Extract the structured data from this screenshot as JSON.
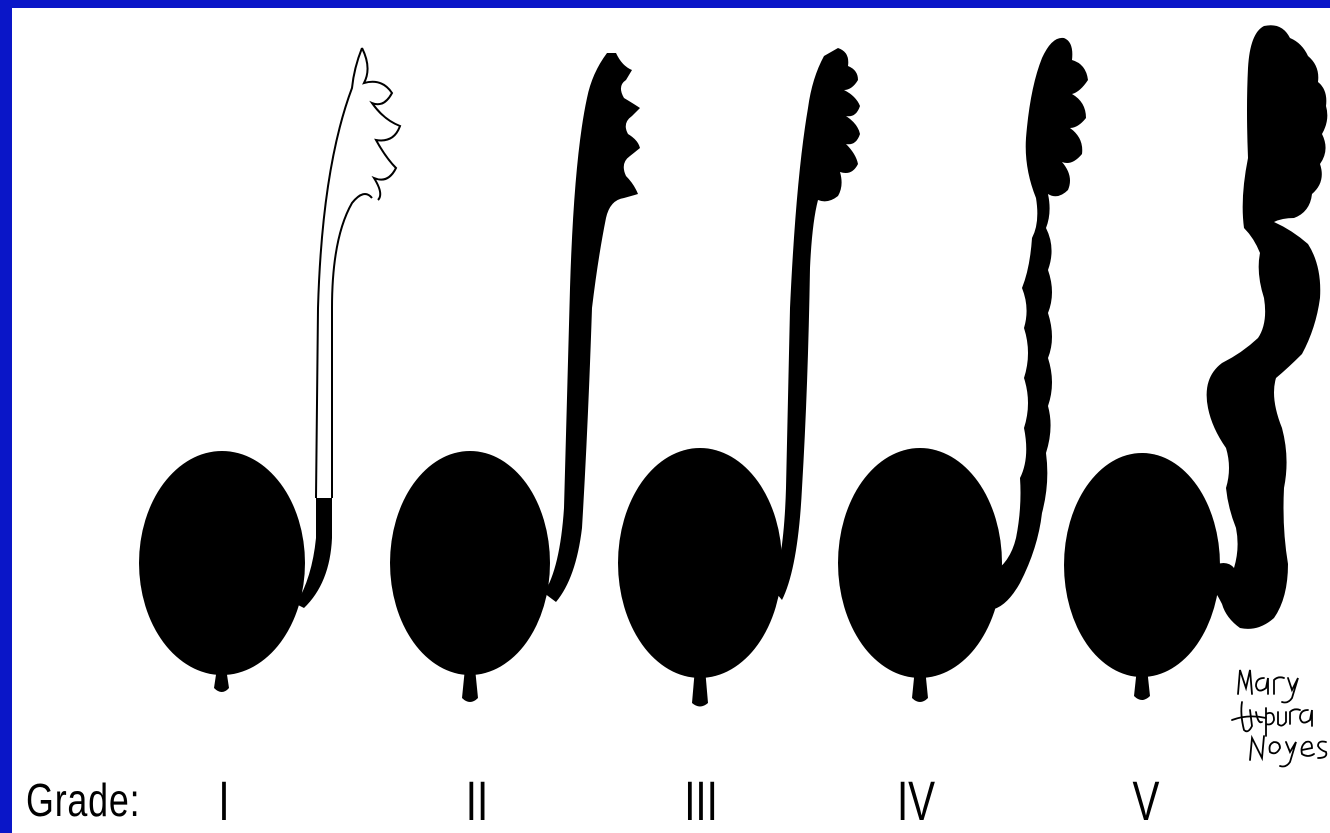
{
  "figure": {
    "prefix_label": "Grade:",
    "grades": [
      {
        "numeral": "I"
      },
      {
        "numeral": "II"
      },
      {
        "numeral": "III"
      },
      {
        "numeral": "IV"
      },
      {
        "numeral": "V"
      }
    ],
    "signature": "Mary Alpuria Noyes"
  },
  "colors": {
    "border": "#0a16c8",
    "background": "#ffffff",
    "ink": "#000000"
  }
}
